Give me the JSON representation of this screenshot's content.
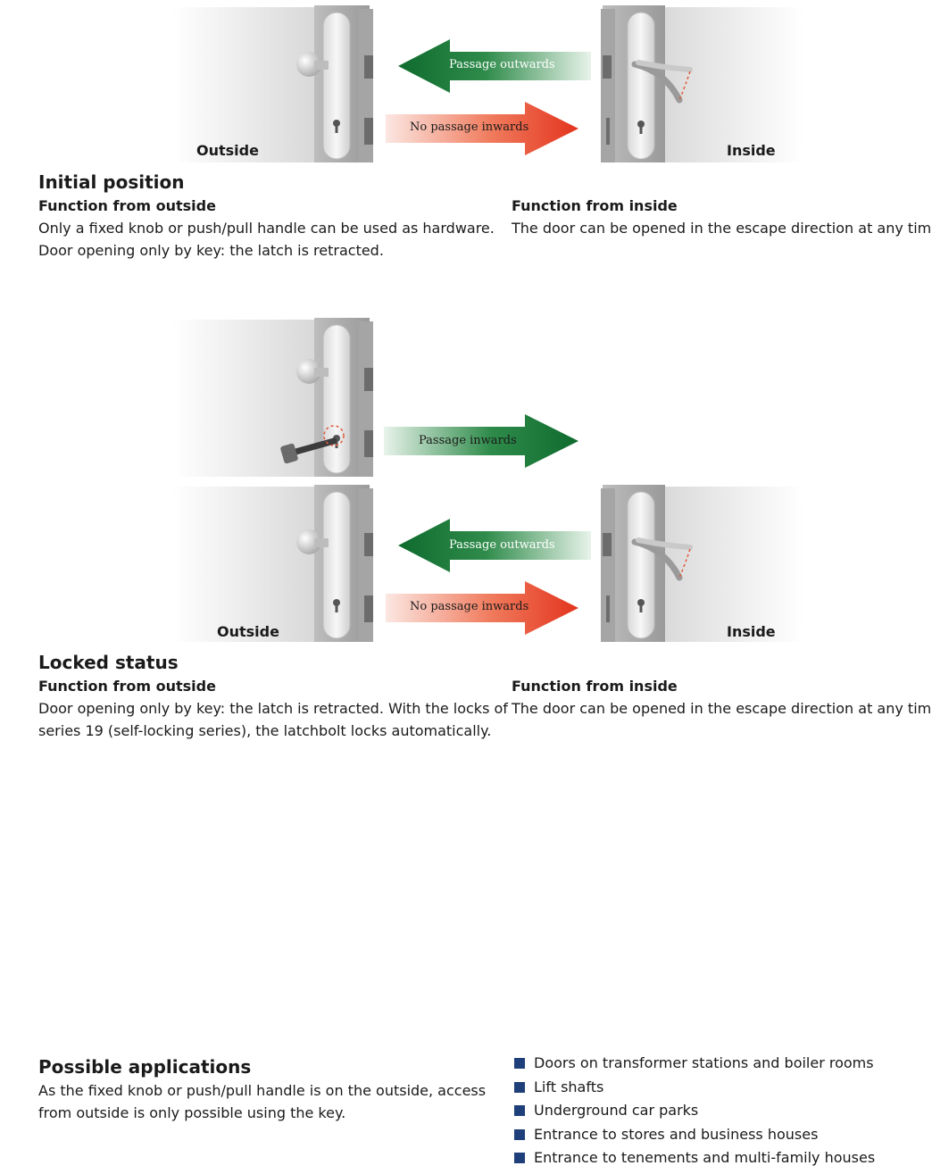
{
  "sections": [
    {
      "heading": "Initial position",
      "outside_label": "Outside",
      "inside_label": "Inside",
      "arrows": {
        "outwards": "Passage outwards",
        "no_inwards": "No passage inwards"
      },
      "outside": {
        "title": "Function from outside",
        "lines": [
          "Only a fixed knob or push/pull handle can be used as hardware.",
          "Door opening only by key: the latch is retracted."
        ]
      },
      "inside": {
        "title": "Function from inside",
        "lines": [
          "The door can be opened in the escape direction at any time."
        ]
      }
    },
    {
      "heading": "Locked status",
      "outside_label": "Outside",
      "inside_label": "Inside",
      "arrows": {
        "inwards": "Passage inwards",
        "outwards": "Passage outwards",
        "no_inwards": "No passage inwards"
      },
      "outside": {
        "title": "Function from outside",
        "lines": [
          "Door opening only by key: the latch is retracted. With the locks of",
          "series 19 (self-locking series), the latchbolt locks automatically."
        ]
      },
      "inside": {
        "title": "Function from inside",
        "lines": [
          "The door can be opened in the escape direction at any time."
        ]
      }
    }
  ],
  "applications": {
    "heading": "Possible applications",
    "lines": [
      "As the fixed knob or push/pull handle is on the outside, access",
      "from outside is only possible using the key."
    ],
    "items": [
      "Doors on transformer stations and boiler rooms",
      "Lift shafts",
      "Underground car parks",
      "Entrance to stores and business houses",
      "Entrance to tenements and multi-family houses"
    ]
  },
  "colors": {
    "arrow_green": "#1e7a3c",
    "arrow_red": "#e8422a",
    "bullet": "#1f3f7a"
  }
}
